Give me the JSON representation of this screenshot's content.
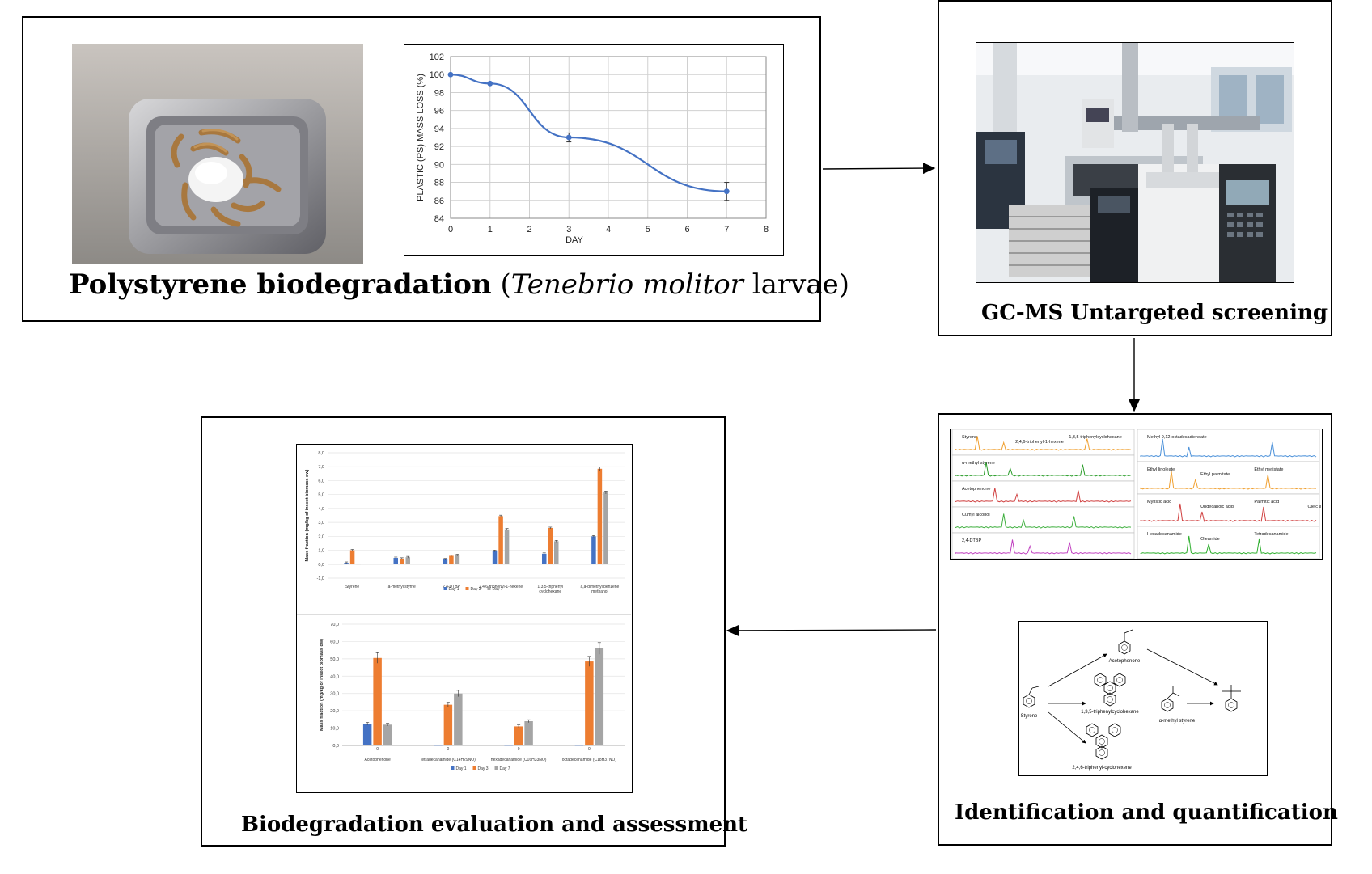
{
  "panel_ps": {
    "title_bold": "Polystyrene biodegradation",
    "title_open": " (",
    "title_italic": "Tenebrio molitor",
    "title_rest": " larvae)"
  },
  "panel_gcms": {
    "title": "GC-MS Untargeted screening"
  },
  "panel_id": {
    "title": "Identification and quantification"
  },
  "panel_eval": {
    "title": "Biodegradation evaluation and assessment"
  },
  "mass_loss_chart": {
    "type": "line",
    "xlabel": "DAY",
    "ylabel": "PLASTIC (PS) MASS LOSS (%)",
    "xlim": [
      0,
      8
    ],
    "ylim": [
      84,
      102
    ],
    "x_ticks": [
      "0",
      "1",
      "2",
      "3",
      "4",
      "5",
      "6",
      "7",
      "8"
    ],
    "y_ticks": [
      "84",
      "86",
      "88",
      "90",
      "92",
      "94",
      "96",
      "98",
      "100",
      "102"
    ],
    "series": [
      {
        "x": [
          0,
          1,
          3,
          7
        ],
        "y": [
          100,
          99,
          93,
          87
        ],
        "err": [
          0,
          0,
          0.5,
          1
        ]
      }
    ],
    "color": "#4472c4"
  },
  "chromatograms": {
    "left": [
      {
        "labels": [
          "Styrene",
          "2,4,6-triphenyl-1-hexene",
          "1,3,5-triphenylcyclohexane"
        ],
        "color": "#f0a030"
      },
      {
        "labels": [
          "α-methyl styrene"
        ],
        "color": "#2a9d2a"
      },
      {
        "labels": [
          "Acetophenone"
        ],
        "color": "#d04040"
      },
      {
        "labels": [
          "Cumyl alcohol"
        ],
        "color": "#40b040"
      },
      {
        "labels": [
          "2,4-DTBP"
        ],
        "color": "#c040c0"
      }
    ],
    "right": [
      {
        "labels": [
          "Methyl 9,12-octadecadienoate"
        ],
        "color": "#4a90d9"
      },
      {
        "labels": [
          "Ethyl linoleate",
          "Ethyl palmitate",
          "Ethyl myristate"
        ],
        "color": "#f0a030"
      },
      {
        "labels": [
          "Myristic acid",
          "Undecanoic acid",
          "Palmitic acid",
          "Oleic acid"
        ],
        "color": "#d04040"
      },
      {
        "labels": [
          "Hexadecanamide",
          "Oleamide",
          "Tetradecanamide"
        ],
        "color": "#30b030"
      }
    ]
  },
  "pathway": {
    "labels": [
      "Acetophenone",
      "Styrene",
      "1,3,5-triphenylcyclohexane",
      "α-methyl styrene",
      "2,4,6-triphenyl-cyclohexene"
    ]
  },
  "chart_data": [
    {
      "type": "bar",
      "ylabel": "Mass fraction (mg/kg of insect biomass dw)",
      "ylim": [
        -1,
        8
      ],
      "y_ticks": [
        "-1,0",
        "0,0",
        "1,0",
        "2,0",
        "3,0",
        "4,0",
        "5,0",
        "6,0",
        "7,0",
        "8,0"
      ],
      "categories": [
        "Styrene",
        "a-methyl styrne",
        "2,4-DTBP",
        "2,4,6-triphenyl-1-hexene",
        "1,3,5-triphenyl cyclohexane",
        "a,a-dimethyl benzene methanol"
      ],
      "category_lines": [
        [
          "Styrene"
        ],
        [
          "a-methyl styrne"
        ],
        [
          "2,4-DTBP"
        ],
        [
          "2,4,6-triphenyl-1-hexene"
        ],
        [
          "1,3,5-triphenyl",
          "cyclohexane"
        ],
        [
          "a,a-dimethyl benzene",
          "methanol"
        ]
      ],
      "series": [
        {
          "name": "Day 1",
          "values": [
            0.1,
            0.45,
            0.35,
            0.95,
            0.75,
            2.0
          ],
          "color": "#4472c4"
        },
        {
          "name": "Day 3",
          "values": [
            1.0,
            0.4,
            0.6,
            3.45,
            2.6,
            6.85
          ],
          "color": "#ed7d31"
        },
        {
          "name": "Day 7",
          "values": [
            0,
            0.5,
            0.65,
            2.5,
            1.65,
            5.15
          ],
          "color": "#a5a5a5"
        }
      ],
      "legend_placement": "bottom"
    },
    {
      "type": "bar",
      "ylabel": "Mass fraction (mg/kg of insect biomass dw)",
      "ylim": [
        0,
        70
      ],
      "y_ticks": [
        "0,0",
        "10,0",
        "20,0",
        "30,0",
        "40,0",
        "50,0",
        "60,0",
        "70,0"
      ],
      "categories": [
        "Acetophenone",
        "tetradecanamide (C14H29NO)",
        "hexadecanamide (C16H33NO)",
        "octadecenamide (C18H37NO)"
      ],
      "zero_labels": [
        "0",
        "0",
        "0",
        "0"
      ],
      "series": [
        {
          "name": "Day 1",
          "values": [
            12.5,
            0,
            0,
            0
          ],
          "color": "#4472c4"
        },
        {
          "name": "Day 3",
          "values": [
            50.5,
            23.5,
            11,
            48.5
          ],
          "color": "#ed7d31"
        },
        {
          "name": "Day 7",
          "values": [
            12,
            30,
            14,
            56
          ],
          "color": "#a5a5a5"
        }
      ],
      "legend_placement": "bottom"
    }
  ]
}
